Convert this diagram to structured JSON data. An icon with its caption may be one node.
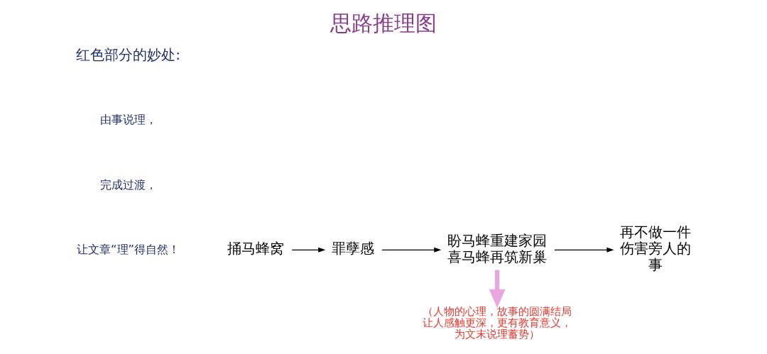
{
  "diagram": {
    "title": "思路推理图",
    "nodes": [
      {
        "text": [
          "捅马蜂窝"
        ]
      },
      {
        "text": [
          "罪孽感"
        ]
      },
      {
        "text": [
          "盼马蜂重建家园",
          "喜马蜂再筑新巢"
        ]
      },
      {
        "text": [
          "再不做一件伤害旁人的事"
        ]
      },
      {
        "text": [
          "（人物的心理，故事的圆满结局让人感触更深，更有教育意义，为文末说理蓄势）"
        ]
      }
    ],
    "edges": [
      {
        "from": 0,
        "to": 1,
        "arrow": "to"
      },
      {
        "from": 1,
        "to": 2,
        "arrow": "to"
      },
      {
        "from": 2,
        "to": 3,
        "arrow": "to"
      },
      {
        "from": 2,
        "to": 4,
        "arrow": "to",
        "style": "thick",
        "color": "#e9a6e0"
      }
    ],
    "labels": [
      "红色部分的妙处:",
      "由事说理，",
      "完成过渡，",
      "让文章“理”得自然！"
    ]
  }
}
